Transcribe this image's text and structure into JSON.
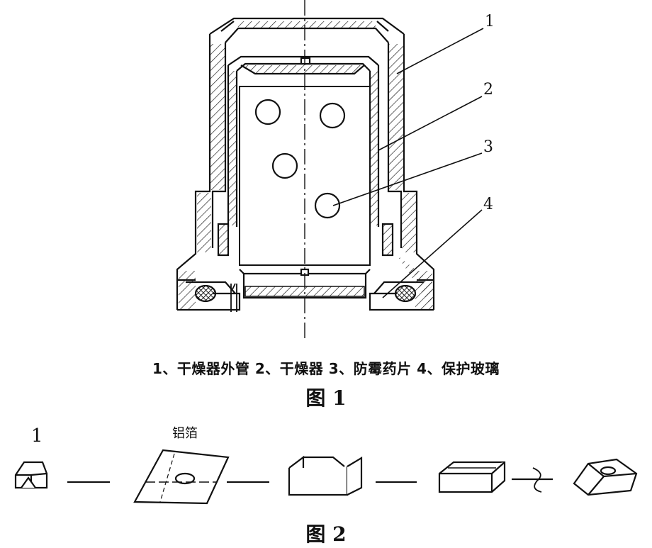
{
  "figure1": {
    "labels": [
      "1",
      "2",
      "3",
      "4"
    ],
    "caption": "1、干燥器外管 2、干燥器 3、防霉药片 4、保护玻璃",
    "title": "图 1"
  },
  "figure2": {
    "step_number": "1",
    "foil_label": "铝箔",
    "title": "图 2"
  }
}
